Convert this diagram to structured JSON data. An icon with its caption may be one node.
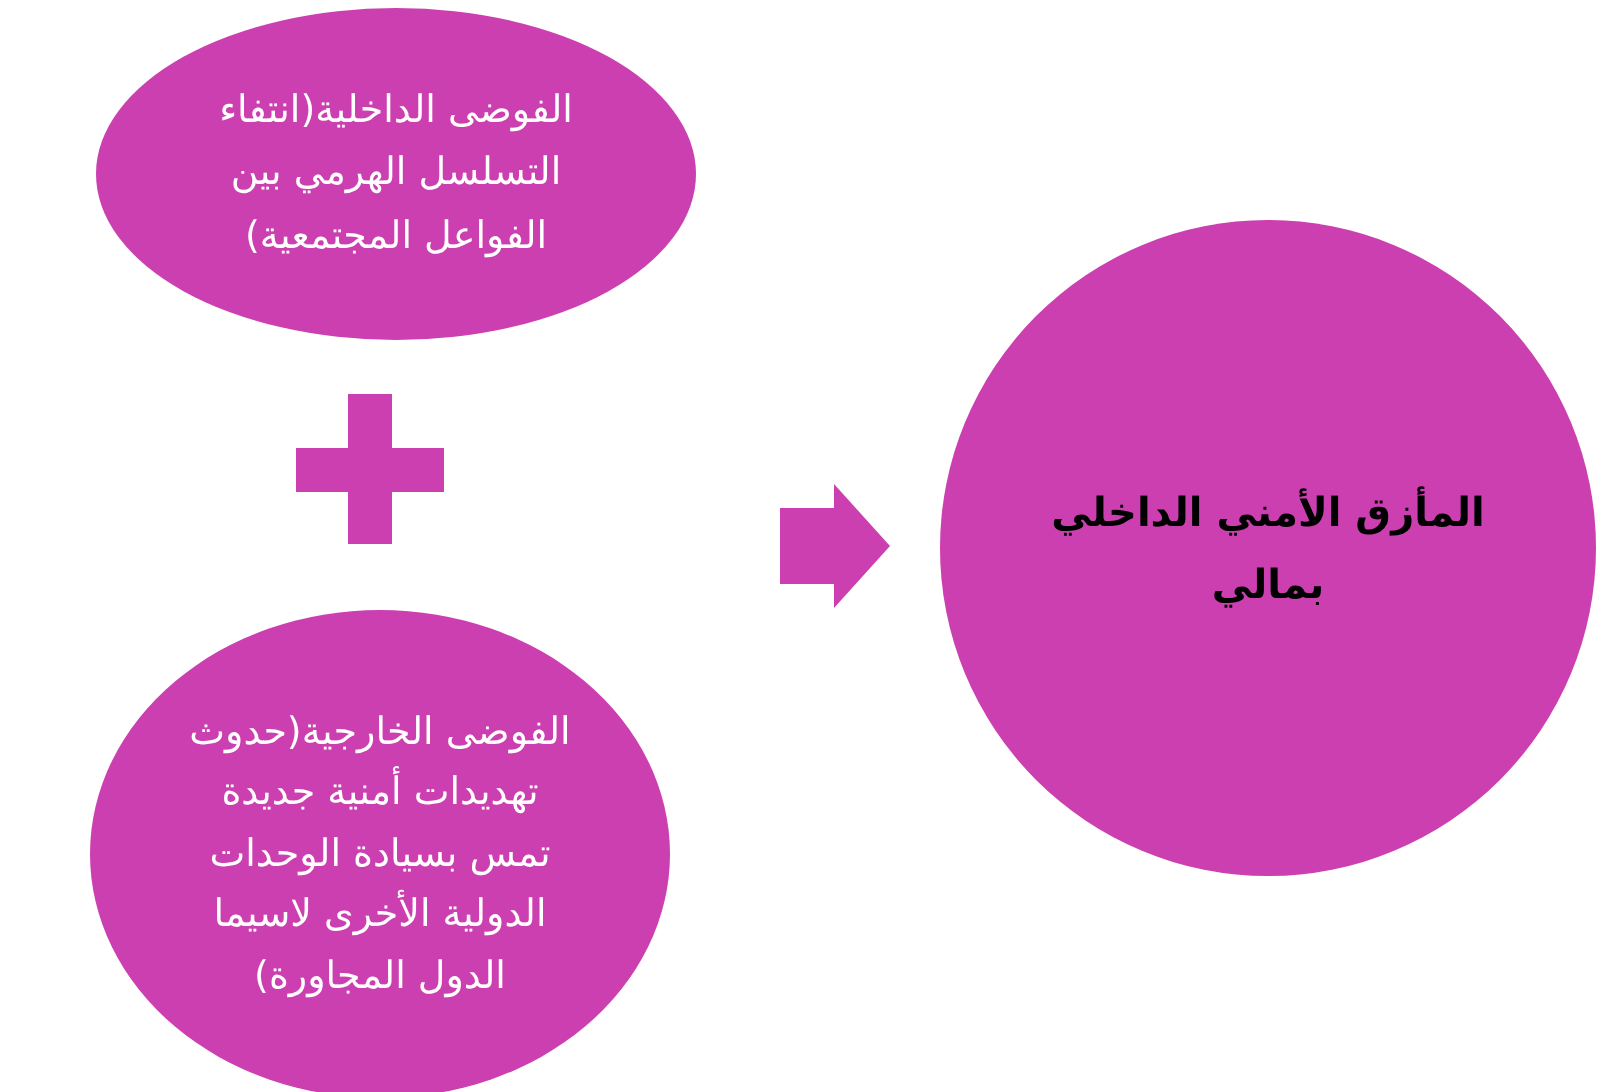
{
  "diagram": {
    "nodes": [
      {
        "text": [
          "الفوضى الداخلية(انتفاء التسلسل الهرمي بين الفواعل المجتمعية)"
        ]
      },
      {
        "text": [
          "الفوضى الخارجية(حدوث تهديدات أمنية جديدة تمس بسيادة الوحدات الدولية الأخرى لاسيما الدول المجاورة)"
        ]
      },
      {
        "text": [
          "المأزق الأمني الداخلي بمالي"
        ]
      }
    ],
    "edges": [
      {
        "from": null,
        "to": 2,
        "arrow": "to"
      }
    ]
  }
}
